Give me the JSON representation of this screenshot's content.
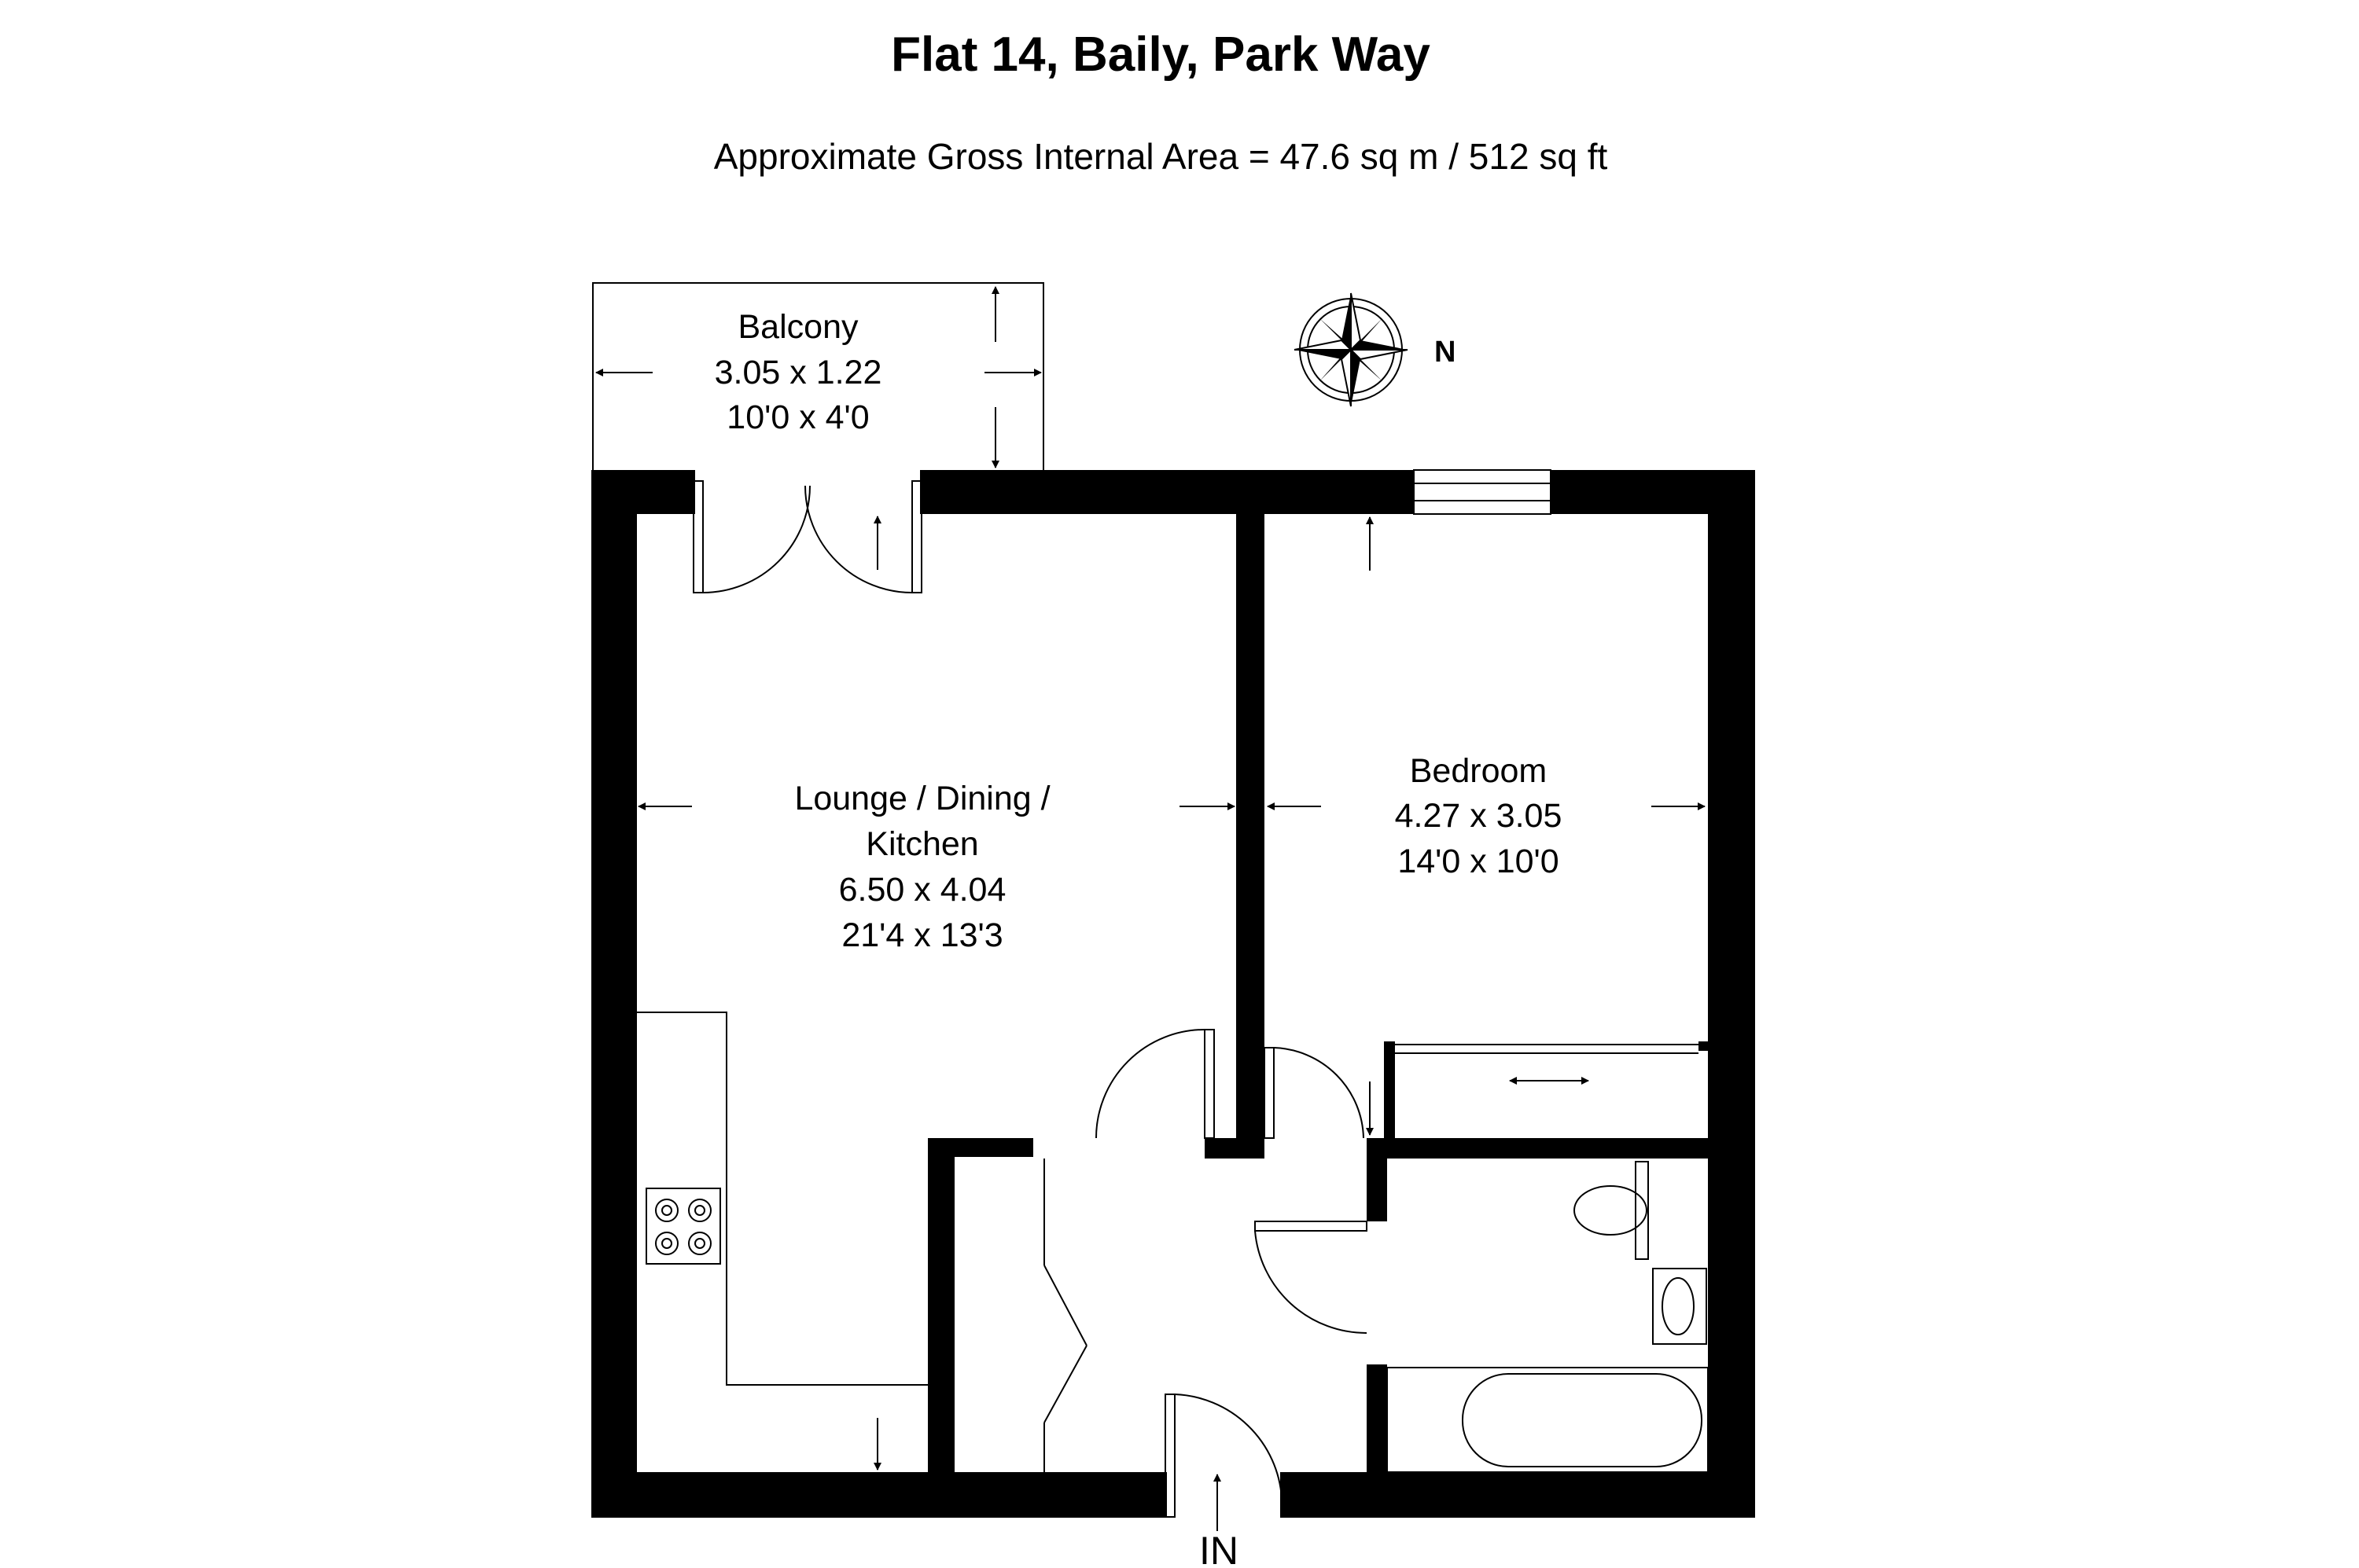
{
  "title": "Flat 14, Baily, Park Way",
  "subtitle": "Approximate Gross Internal Area = 47.6 sq m / 512 sq ft",
  "compass_label": "N",
  "entrance_label": "IN",
  "rooms": {
    "balcony": {
      "name": "Balcony",
      "metric": "3.05 x 1.22",
      "imperial": "10'0 x 4'0"
    },
    "lounge": {
      "name_line1": "Lounge / Dining /",
      "name_line2": "Kitchen",
      "metric": "6.50 x 4.04",
      "imperial": "21'4 x 13'3"
    },
    "bedroom": {
      "name": "Bedroom",
      "metric": "4.27 x 3.05",
      "imperial": "14'0 x 10'0"
    }
  },
  "colors": {
    "wall": "#000000",
    "background": "#ffffff"
  }
}
